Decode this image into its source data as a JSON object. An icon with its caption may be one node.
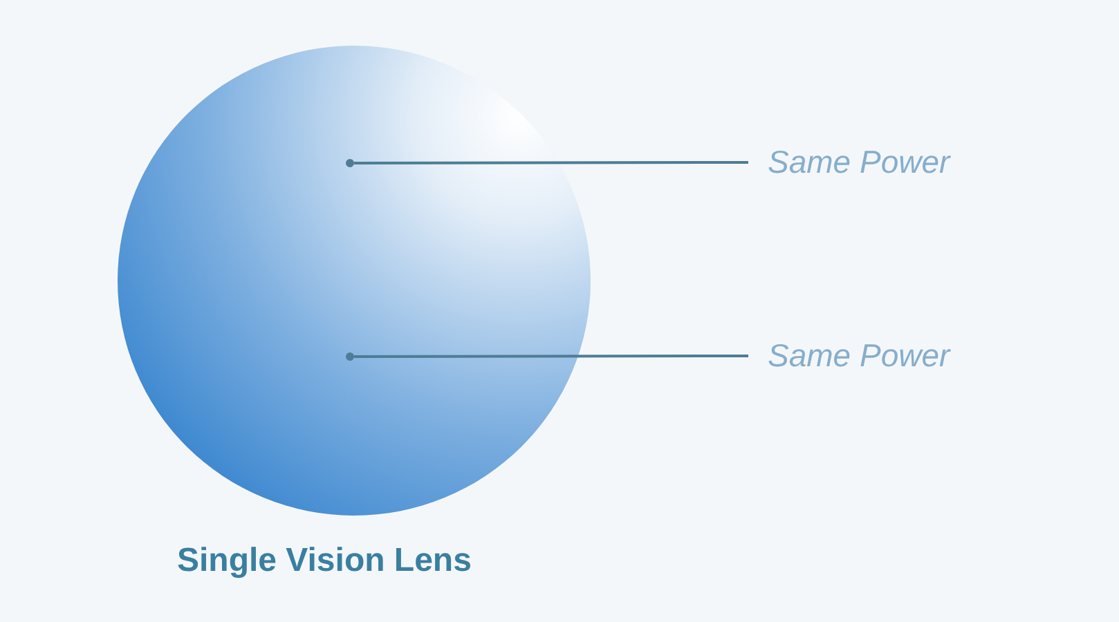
{
  "diagram": {
    "nodes": [
      {
        "text": [],
        "shape": "circle",
        "beside": [
          "Single Vision Lens"
        ]
      },
      {
        "text": [],
        "shape": "circle",
        "in": 0
      },
      {
        "text": [],
        "shape": "circle",
        "in": 0
      },
      {
        "text": [
          "Same Power"
        ]
      },
      {
        "text": [
          "Same Power"
        ]
      }
    ],
    "edges": [
      {
        "from": 3,
        "to": 1,
        "arrow": "none"
      },
      {
        "from": 4,
        "to": 2,
        "arrow": "none"
      }
    ]
  }
}
